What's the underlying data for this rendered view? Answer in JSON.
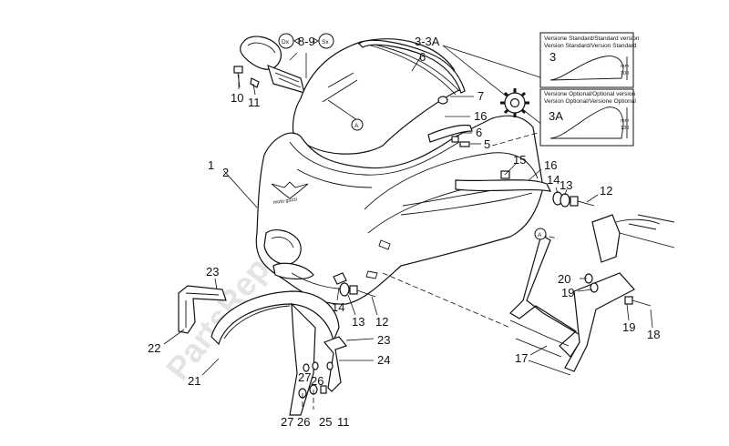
{
  "watermark": "PartsRepublik",
  "callouts": {
    "c3_3a": "3-3A",
    "c6_top": "6",
    "c8_9": "8-9",
    "dx": "Dx",
    "sx": "Sx",
    "c10": "10",
    "c11_top": "11",
    "c7": "7",
    "c16_a": "16",
    "c6_mid": "6",
    "c5": "5",
    "c15": "15",
    "c16_b": "16",
    "c14_r": "14",
    "c13_r": "13",
    "c12_r": "12",
    "c1": "1",
    "c2": "2",
    "c23_top": "23",
    "c22": "22",
    "c21": "21",
    "c14_m": "14",
    "c13_m": "13",
    "c12_m": "12",
    "c23_mid": "23",
    "c24": "24",
    "c27_mid": "27",
    "c26_mid": "26",
    "c27_b": "27",
    "c26_b": "26",
    "c25": "25",
    "c11_b": "11",
    "c17": "17",
    "c20": "20",
    "c19_a": "19",
    "c19_b": "19",
    "c18": "18",
    "a_circle": "A",
    "a_frame": "A"
  },
  "inset_standard": {
    "header1": "Versione Standard/Standard version",
    "header2": "Version Standard/Version Standard",
    "code": "3",
    "mm": "mm",
    "height": "100"
  },
  "inset_optional": {
    "header1": "Versione Optional/Optional version",
    "header2": "Version Optional/Versione Optional",
    "code": "3A",
    "mm": "mm",
    "height": "130"
  },
  "fairing_logo": "moto guzzi",
  "icons": [
    "gear-icon"
  ]
}
